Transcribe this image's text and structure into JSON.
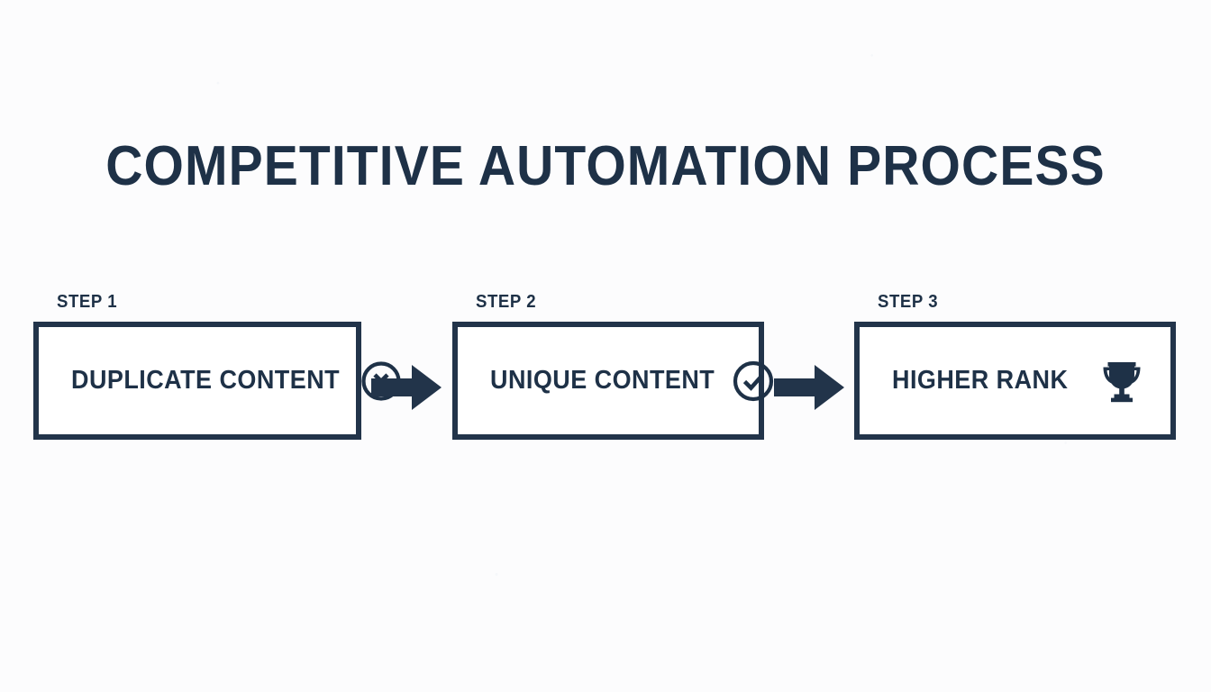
{
  "slide": {
    "title": "COMPETITIVE AUTOMATION PROCESS",
    "background_color": "#fcfcfd",
    "accent_color": "#1e3147",
    "border_color": "#22344a",
    "box_fill_color": "#ffffff"
  },
  "steps": [
    {
      "label": "STEP 1",
      "text": "DUPLICATE CONTENT",
      "icon": "x-circle-icon"
    },
    {
      "label": "STEP 2",
      "text": "UNIQUE CONTENT",
      "icon": "check-circle-icon"
    },
    {
      "label": "STEP 3",
      "text": "HIGHER RANK",
      "icon": "trophy-icon"
    }
  ],
  "connectors": [
    {
      "icon": "arrow-right-icon"
    },
    {
      "icon": "arrow-right-icon"
    }
  ]
}
